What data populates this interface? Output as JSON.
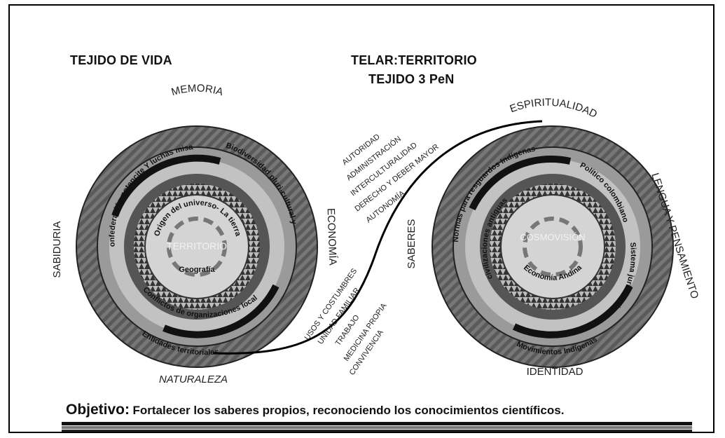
{
  "headers": {
    "left_title": "TEJIDO DE VIDA",
    "right_title_1": "TELAR:TERRITORIO",
    "right_title_2": "TEJIDO 3  PeN"
  },
  "left_circle": {
    "top": "MEMORIA",
    "left": "SABIDURIA",
    "right": "ECONOMÍA",
    "bottom": "NATURALEZA",
    "center": "TERRITORIO",
    "inner_top": "Origen del universo- La tierra",
    "inner_bottom": "Geografía",
    "ring_upper_left": "Confederación potencite Y luchas misak",
    "ring_upper_right": "Biodiversidad pluri-cultural y",
    "ring_lower_mid": "Conflictos de organizaciones local",
    "ring_lower_outer": "Entidades territoriales"
  },
  "right_circle": {
    "top": "ESPIRITUALIDAD",
    "left": "SABERES",
    "right": "LENGUA Y PENSAMIENTO",
    "bottom": "IDENTIDAD",
    "center": "COSMOVISIÓN",
    "inner_upper_left": "Normas para resguardos Indígenas",
    "inner_upper_right": "Político colombiano",
    "inner_left": "civilizaciones antiguas",
    "inner_bottom": "Economía Andina",
    "ring_right": "Sistema jurídico y",
    "ring_bottom": "Movimientos Indígenas"
  },
  "center_upper": [
    "AUTORIDAD",
    "ADMINISTRACIÓN",
    "INTERCULTURALIDAD",
    "DERECHO Y DEBER MAYOR",
    "AUTONOMÍA"
  ],
  "center_lower": [
    "USOS Y COSTUMBRES",
    "UNIDAD FAMILIAR",
    "TRABAJO",
    "MEDICINA PROPIA",
    "CONVIVENCIA"
  ],
  "objective": {
    "label": "Objetivo:",
    "text": "Fortalecer los saberes propios, reconociendo los conocimientos científicos."
  }
}
